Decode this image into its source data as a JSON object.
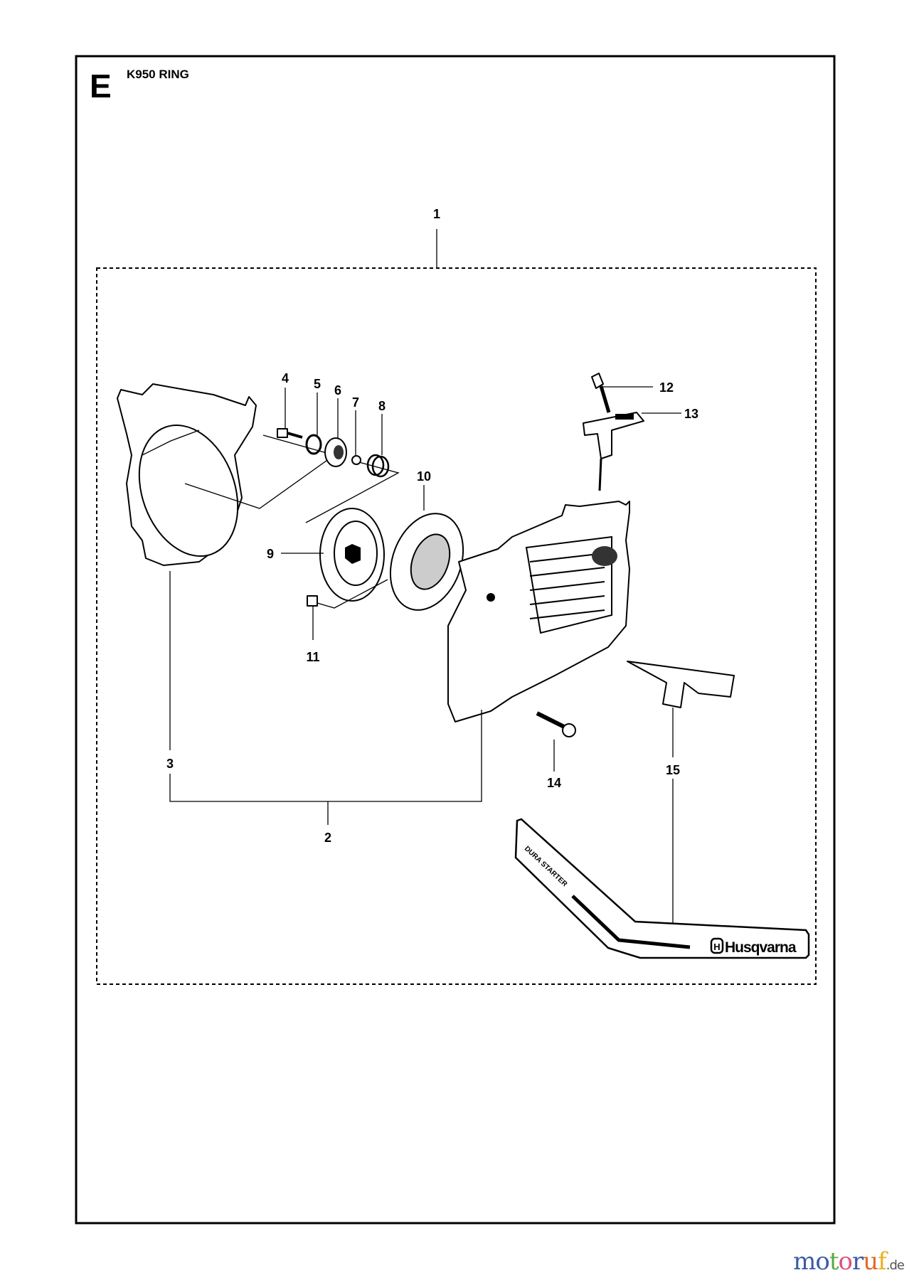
{
  "section_letter": "E",
  "title": "K950 RING",
  "callouts": [
    "1",
    "2",
    "3",
    "4",
    "5",
    "6",
    "7",
    "8",
    "9",
    "10",
    "11",
    "12",
    "13",
    "14",
    "15"
  ],
  "decal": {
    "text_left": "DURA STARTER",
    "brand": "Husqvarna"
  },
  "watermark": {
    "letters": [
      "m",
      "o",
      "t",
      "o",
      "r",
      "u",
      "f"
    ],
    "suffix": ".de",
    "colors": [
      "#3a5aa8",
      "#3a5aa8",
      "#5aa845",
      "#e0507a",
      "#3a5aa8",
      "#e06a2a",
      "#e8b020"
    ]
  }
}
